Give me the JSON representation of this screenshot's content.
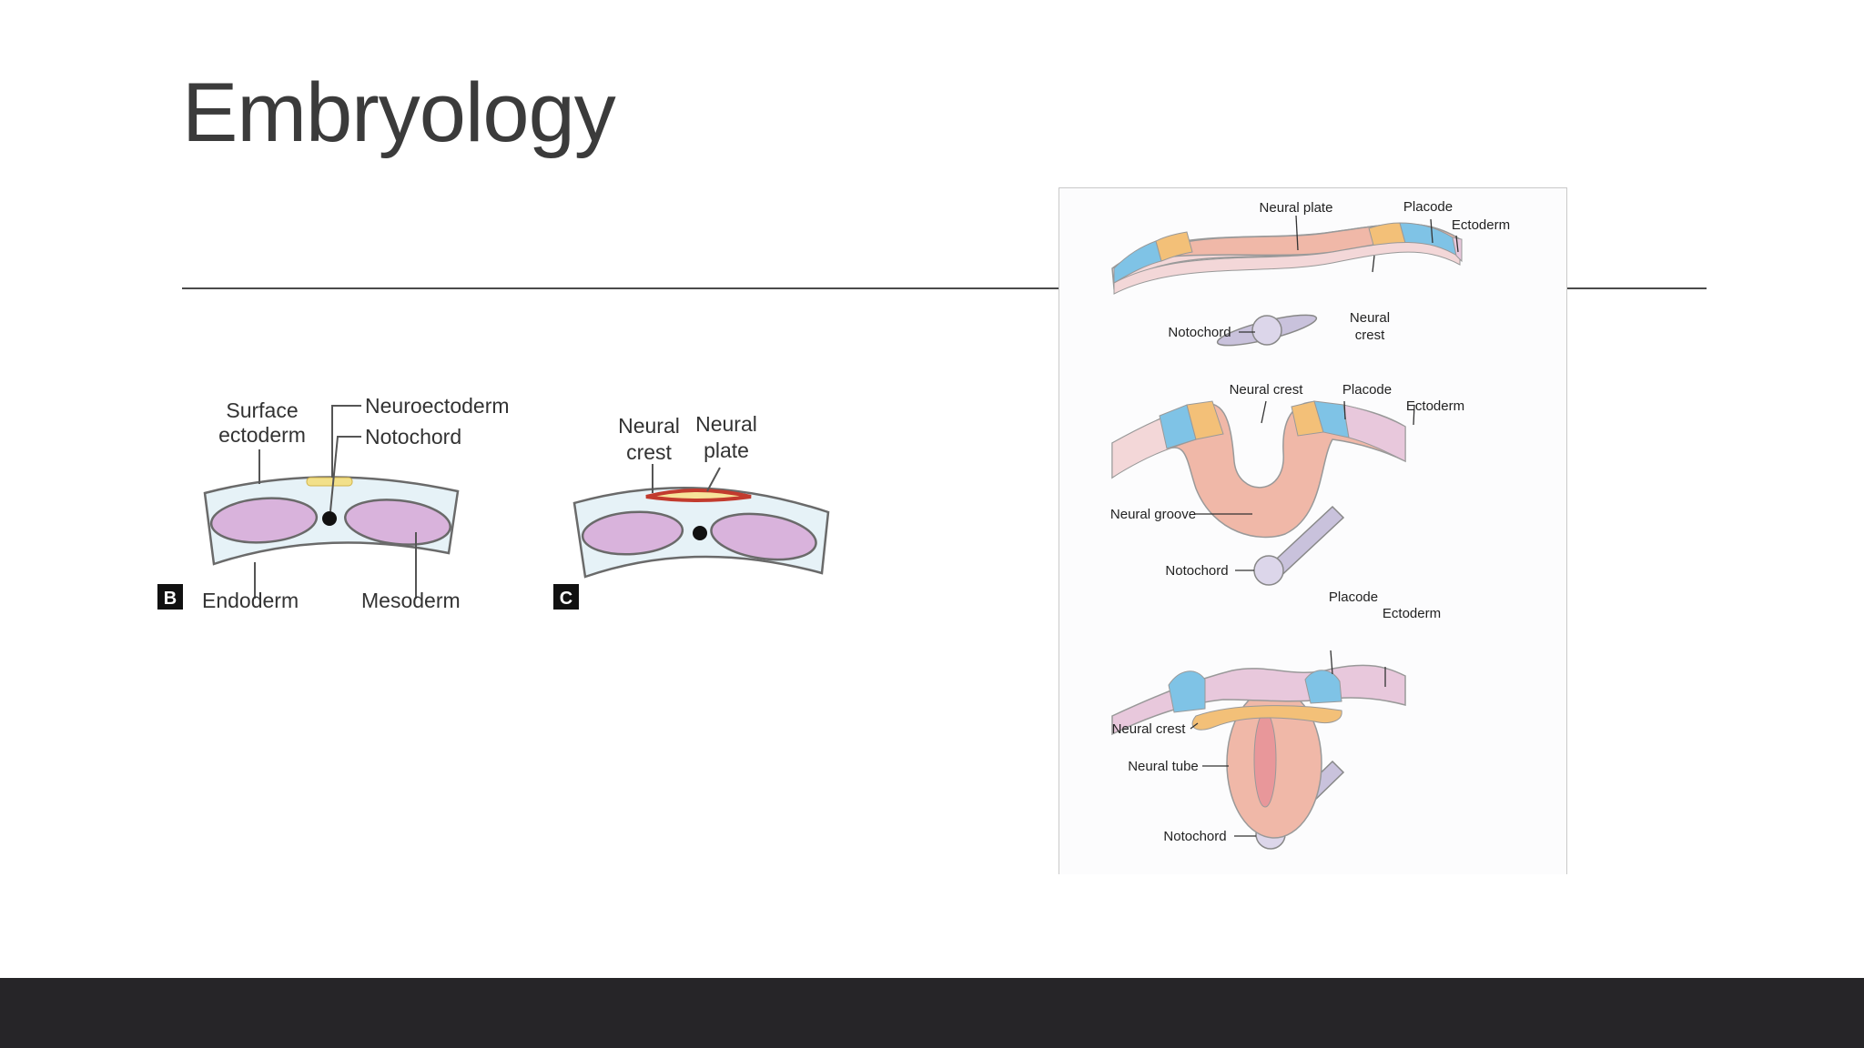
{
  "slide": {
    "title": "Embryology"
  },
  "left_figure": {
    "panel_b": {
      "letter": "B",
      "surface_ectoderm_1": "Surface",
      "surface_ectoderm_2": "ectoderm",
      "neuroectoderm": "Neuroectoderm",
      "notochord": "Notochord",
      "endoderm": "Endoderm",
      "mesoderm": "Mesoderm"
    },
    "panel_c": {
      "letter": "C",
      "neural_crest_1": "Neural",
      "neural_crest_2": "crest",
      "neural_plate_1": "Neural",
      "neural_plate_2": "plate"
    }
  },
  "right_figure": {
    "stage1": {
      "neural_plate": "Neural plate",
      "placode": "Placode",
      "ectoderm": "Ectoderm",
      "notochord": "Notochord",
      "neural_crest_1": "Neural",
      "neural_crest_2": "crest"
    },
    "stage2": {
      "neural_crest": "Neural crest",
      "placode": "Placode",
      "ectoderm": "Ectoderm",
      "neural_groove": "Neural groove",
      "notochord": "Notochord"
    },
    "stage3": {
      "placode": "Placode",
      "ectoderm": "Ectoderm",
      "neural_crest": "Neural crest",
      "neural_tube": "Neural tube",
      "notochord": "Notochord"
    }
  },
  "colors": {
    "ectoderm": "#e8c8dc",
    "neural_plate": "#f0b8a8",
    "placode": "#7fc3e6",
    "neural_crest": "#f3c078",
    "mesoderm": "#d9b3dc",
    "footer": "#262528"
  }
}
